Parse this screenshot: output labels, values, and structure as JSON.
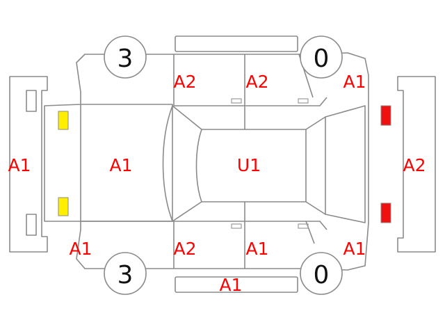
{
  "colors": {
    "code_text": "#ff0000",
    "outline": "#8a8a8a",
    "front_lamp": "#ffee00",
    "rear_lamp": "#ee1111"
  },
  "wheels": {
    "front_left": "3",
    "rear_left": "0",
    "front_right": "3",
    "rear_right": "0"
  },
  "codes": {
    "front_bumper": "A1",
    "hood": "A1",
    "roof": "U1",
    "rear_bumper": "A2",
    "top_front_door": "A2",
    "top_rear_door": "A2",
    "top_rear_fender": "A1",
    "bottom_front_fender": "A1",
    "bottom_front_door": "A2",
    "bottom_rear_door": "A1",
    "bottom_rear_fender": "A1",
    "bottom_sill": "A1"
  },
  "lamps": {
    "front": "yellow-lamp",
    "rear": "red-lamp"
  }
}
